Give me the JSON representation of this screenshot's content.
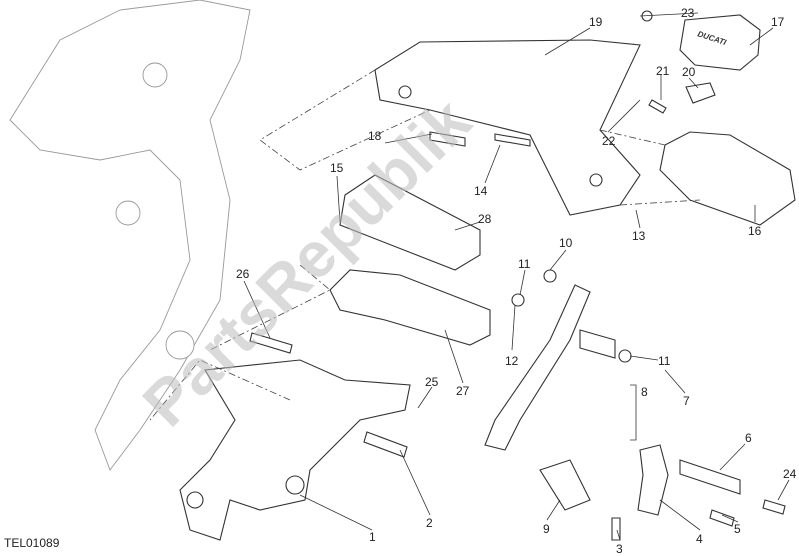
{
  "diagram_code": "TEL01089",
  "watermark": "PartsRepublik",
  "callouts": [
    "1",
    "2",
    "3",
    "4",
    "5",
    "6",
    "7",
    "8",
    "9",
    "10",
    "11",
    "11",
    "12",
    "13",
    "14",
    "15",
    "16",
    "17",
    "18",
    "19",
    "20",
    "21",
    "22",
    "23",
    "24",
    "25",
    "26",
    "27",
    "28"
  ],
  "brand_mark": "DUCATI"
}
